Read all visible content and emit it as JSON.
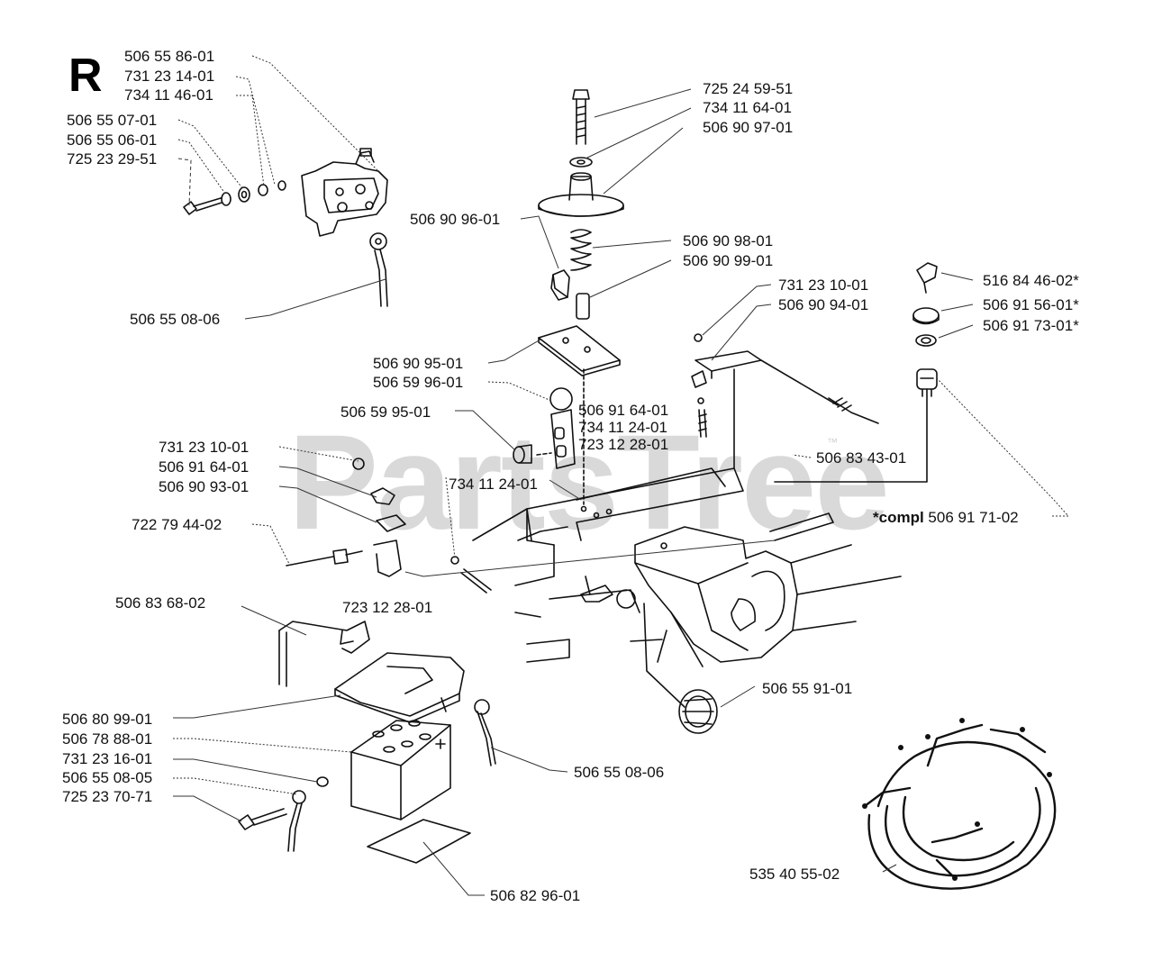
{
  "section_letter": "R",
  "watermark": "PartsTree",
  "watermark_tm": "™",
  "compl_prefix": "*compl",
  "labels": {
    "l1": "506 55 86-01",
    "l2": "731 23 14-01",
    "l3": "734 11 46-01",
    "l4": "506 55 07-01",
    "l5": "506 55 06-01",
    "l6": "725 23 29-51",
    "l7": "506 55 08-06",
    "l8": "725 24 59-51",
    "l9": "734 11 64-01",
    "l10": "506 90 97-01",
    "l11": "506 90 96-01",
    "l12": "506 90 98-01",
    "l13": "506 90 99-01",
    "l14": "506 90 95-01",
    "l15": "506 59 96-01",
    "l16": "506 59 95-01",
    "l17": "731 23 10-01",
    "l18": "506 90 94-01",
    "l19": "516 84 46-02*",
    "l20": "506 91 56-01*",
    "l21": "506 91 73-01*",
    "l22": "506 91 64-01",
    "l23": "734 11 24-01",
    "l24": "723 12 28-01",
    "l25": "506 83 43-01",
    "l26": "731 23 10-01",
    "l27": "506 91 64-01",
    "l28": "506 90 93-01",
    "l29": "734 11 24-01",
    "l30": "506 91 71-02",
    "l31": "722 79 44-02",
    "l32": "723 12 28-01",
    "l33": "506 83 68-02",
    "l34": "506 55 91-01",
    "l35": "506 80 99-01",
    "l36": "506 78 88-01",
    "l37": "731 23 16-01",
    "l38": "506 55 08-05",
    "l39": "725 23 70-71",
    "l40": "506 55 08-06",
    "l41": "506 82 96-01",
    "l42": "535 40 55-02"
  }
}
